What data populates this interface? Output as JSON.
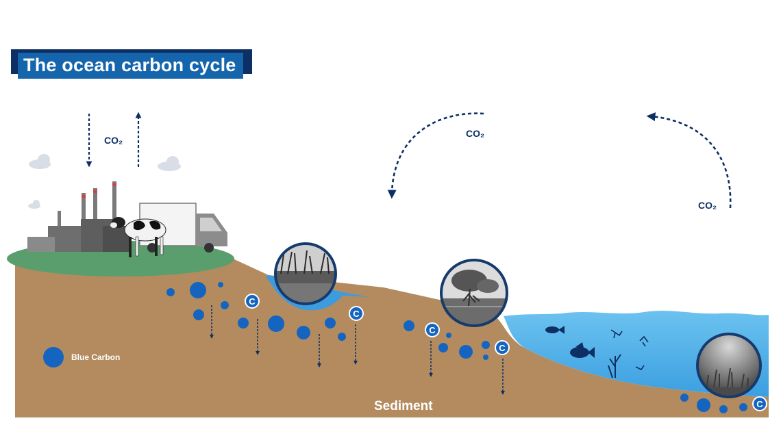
{
  "title": "The ocean carbon cycle",
  "labels": {
    "co2_land": "CO₂",
    "co2_mid": "CO₂",
    "co2_right": "CO₂",
    "sediment": "Sediment",
    "legend": "Blue Carbon",
    "carbon_symbol": "C"
  },
  "colors": {
    "title_bg": "#1565ad",
    "title_shadow": "#0d2f63",
    "arrow": "#0d2f63",
    "sediment": "#b38b5e",
    "grass": "#5a9e6e",
    "ocean": "#58b4ea",
    "blue_carbon": "#1565c0"
  },
  "icons": [
    "cloud-icon",
    "factory-icon",
    "cow-icon",
    "truck-icon",
    "fish-icon",
    "coral-icon",
    "shrimp-icon",
    "seagrass-photo",
    "mangrove-photo",
    "underwater-seagrass-photo"
  ]
}
